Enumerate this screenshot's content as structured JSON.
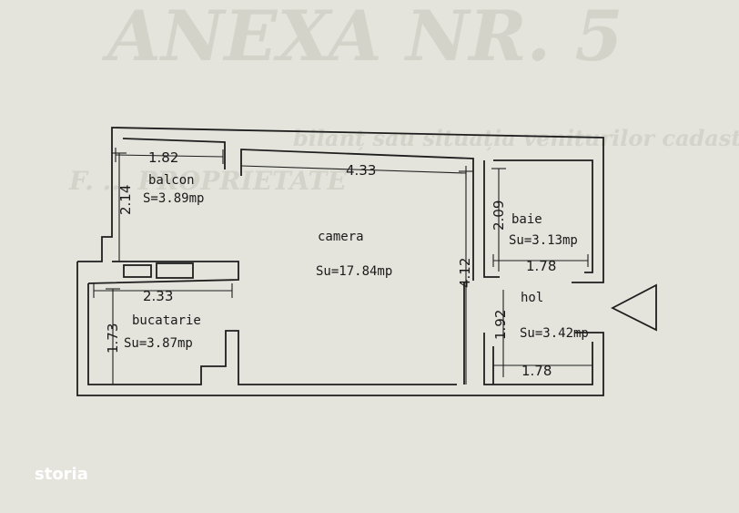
{
  "watermark": {
    "title": "ANEXA NR. 5",
    "line1": "bilanț sau situația veniturilor cadastrului",
    "line2": "F. ... PROPRIETATE"
  },
  "rooms": {
    "balcon": {
      "name": "balcon",
      "area": "S=3.89mp"
    },
    "camera": {
      "name": "camera",
      "area": "Su=17.84mp"
    },
    "bucatarie": {
      "name": "bucatarie",
      "area": "Su=3.87mp"
    },
    "baie": {
      "name": "baie",
      "area": "Su=3.13mp"
    },
    "hol": {
      "name": "hol",
      "area": "Su=3.42mp"
    }
  },
  "dimensions": {
    "balcon_width": "1.82",
    "balcon_height": "2.14",
    "camera_width": "4.33",
    "camera_height": "4.12",
    "bucatarie_width": "2.33",
    "bucatarie_height": "1.73",
    "baie_height": "2.09",
    "baie_width": "1.78",
    "hol_height": "1.92",
    "hol_width": "1.78"
  },
  "brand": "storia",
  "colors": {
    "paper": "#e4e4dc",
    "ink": "#1e1e1e",
    "watermark": "#d3d3ca"
  }
}
